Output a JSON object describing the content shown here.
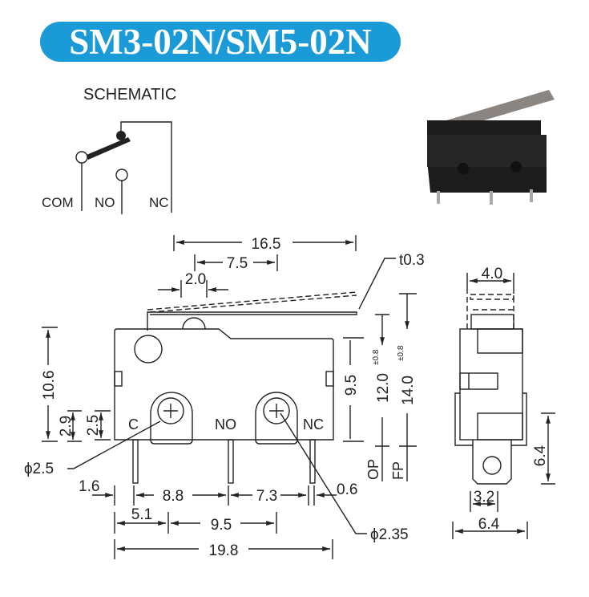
{
  "title": "SM3-02N/SM5-02N",
  "colors": {
    "title_bg": "#1b9ad8",
    "ink": "#222222"
  },
  "schematic": {
    "heading": "SCHEMATIC",
    "labels": [
      "COM",
      "NO",
      "NC"
    ]
  },
  "front_view": {
    "terminal_labels": [
      "C",
      "NO",
      "NC"
    ],
    "dims": {
      "overall_lever": "16.5",
      "lever_7_5": "7.5",
      "plunger": "2.0",
      "thickness": "t0.3",
      "height": "10.6",
      "d2_9": "2.9",
      "d2_5": "2.5",
      "body_h": "9.5",
      "op": "12.0",
      "op_tol": "±0.8",
      "fp": "14.0",
      "fp_tol": "±0.8",
      "op_label": "OP",
      "fp_label": "FP",
      "hole_c": "ϕ2.5",
      "hole_nc": "ϕ2.35",
      "d1_6": "1.6",
      "d8_8": "8.8",
      "d7_3": "7.3",
      "d0_6": "0.6",
      "d5_1": "5.1",
      "d9_5": "9.5",
      "width": "19.8"
    }
  },
  "side_view": {
    "dims": {
      "top": "4.0",
      "tab_h": "6.4",
      "tab_w": "3.2",
      "width": "6.4"
    }
  }
}
